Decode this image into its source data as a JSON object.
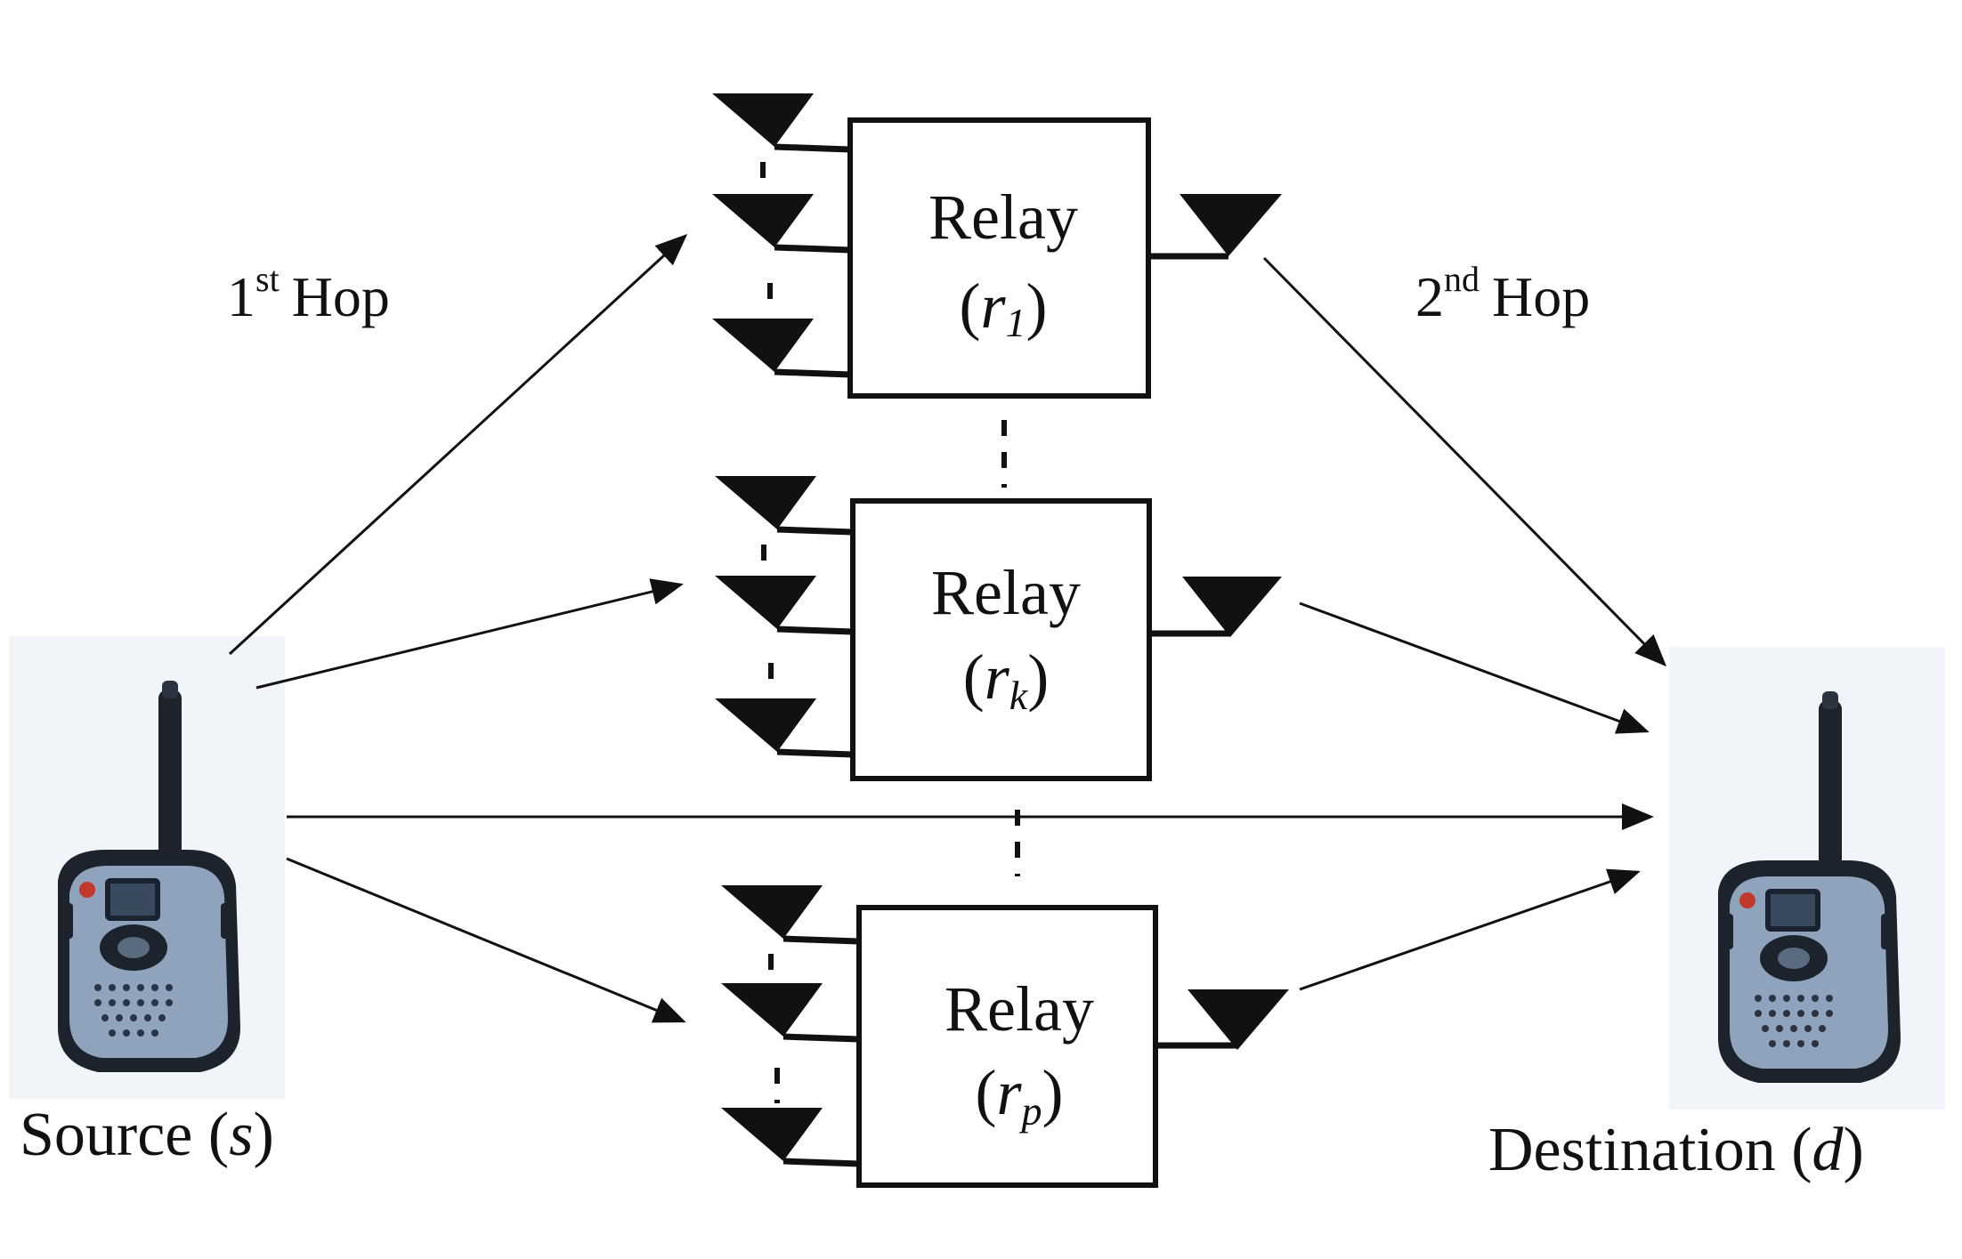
{
  "diagram": {
    "hop1": {
      "number": "1",
      "sup": "st",
      "word": "Hop"
    },
    "hop2": {
      "number": "2",
      "sup": "nd",
      "word": "Hop"
    },
    "relays": [
      {
        "title": "Relay",
        "sym": "r",
        "sub": "1"
      },
      {
        "title": "Relay",
        "sym": "r",
        "sub": "k"
      },
      {
        "title": "Relay",
        "sym": "r",
        "sub": "p"
      }
    ],
    "source": {
      "label": "Source (",
      "sym": "s",
      "close": ")"
    },
    "destination": {
      "label": "Destination (",
      "sym": "d",
      "close": ")"
    },
    "colors": {
      "line": "#111111",
      "radio_body": "#8fa3bd",
      "radio_dark": "#1c232c",
      "radio_bg": "#f1f5f9"
    }
  }
}
